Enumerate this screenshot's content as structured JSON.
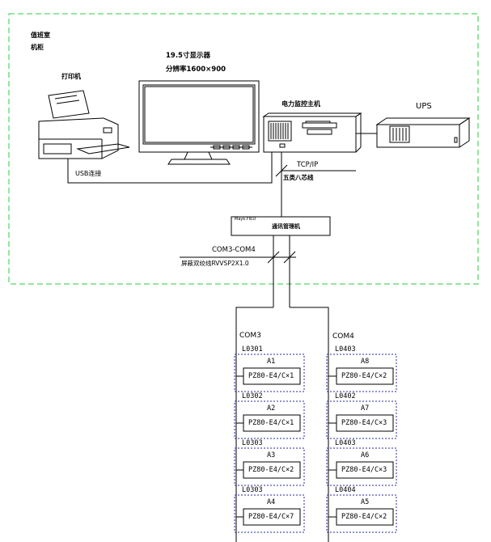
{
  "room": {
    "line1": "值班室",
    "line2": "机柜"
  },
  "printer": {
    "label": "打印机"
  },
  "monitor": {
    "label": "19.5寸显示器",
    "resolution": "分辨率1600×900"
  },
  "host": {
    "label": "电力监控主机"
  },
  "ups": {
    "label": "UPS"
  },
  "usb_link": {
    "label": "USB连接"
  },
  "ethernet": {
    "protocol": "TCP/IP",
    "cable": "五类八芯线"
  },
  "comm_manager": {
    "brand": "Mayk.FIED",
    "label": "通讯管理机"
  },
  "bus": {
    "ports": "COM3-COM4",
    "cable": "屏蔽双绞线RVVSP2X1.0"
  },
  "channels": [
    {
      "name": "COM3",
      "meters": [
        {
          "loop": "L0301",
          "addr": "A1",
          "model": "PZ80-E4/C×1"
        },
        {
          "loop": "L0302",
          "addr": "A2",
          "model": "PZ80-E4/C×1"
        },
        {
          "loop": "L0303",
          "addr": "A3",
          "model": "PZ80-E4/C×2"
        },
        {
          "loop": "L0303",
          "addr": "A4",
          "model": "PZ80-E4/C×7"
        }
      ]
    },
    {
      "name": "COM4",
      "meters": [
        {
          "loop": "L0403",
          "addr": "A8",
          "model": "PZ80-E4/C×2"
        },
        {
          "loop": "L0402",
          "addr": "A7",
          "model": "PZ80-E4/C×3"
        },
        {
          "loop": "L0403",
          "addr": "A6",
          "model": "PZ80-E4/C×3"
        },
        {
          "loop": "L0404",
          "addr": "A5",
          "model": "PZ80-E4/C×2"
        }
      ]
    }
  ]
}
